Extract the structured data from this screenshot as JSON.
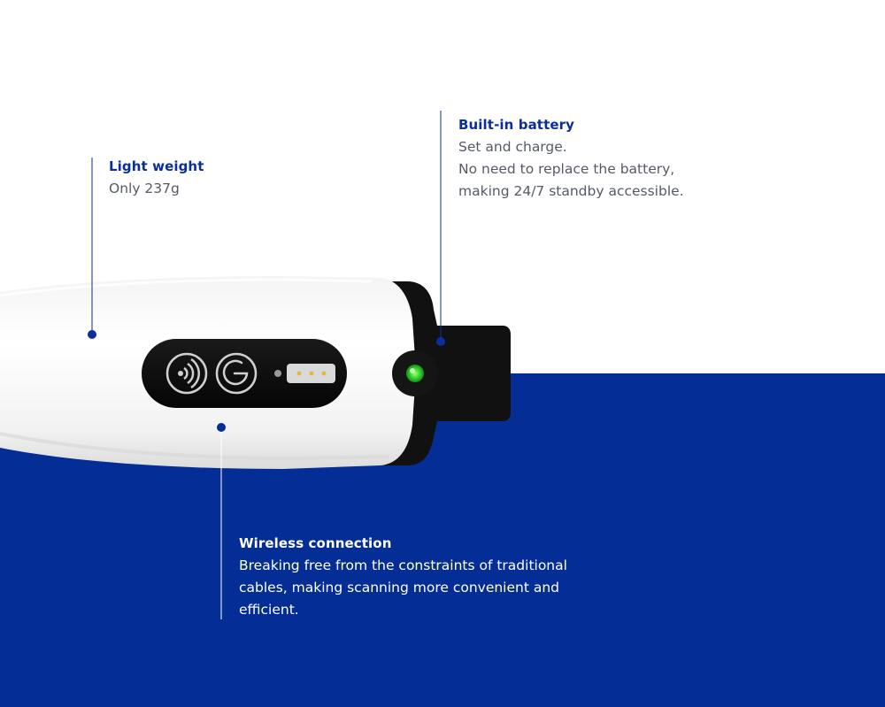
{
  "colors": {
    "brand_blue": "#052d96",
    "accent_blue": "#0b2e9c",
    "led_green": "#3be03a",
    "body_text": "#555a66"
  },
  "features": {
    "light_weight": {
      "title": "Light weight",
      "body": "Only 237g"
    },
    "battery": {
      "title": "Built-in battery",
      "body": "Set and charge.\nNo need to replace the battery,\nmaking 24/7 standby accessible."
    },
    "wireless": {
      "title": "Wireless connection",
      "body": "Breaking free from the constraints of traditional\ncables, making scanning more convenient and\nefficient."
    }
  },
  "device": {
    "icons": [
      "wireless-signal-icon",
      "power-icon",
      "charging-contacts-icon"
    ],
    "indicator": "status-led"
  }
}
